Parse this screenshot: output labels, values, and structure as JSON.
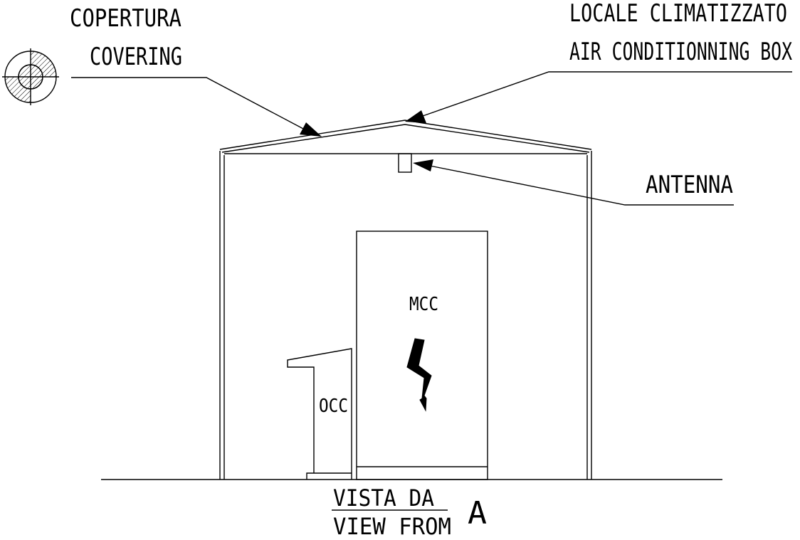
{
  "labels": {
    "covering_it": "COPERTURA",
    "covering_en": "COVERING",
    "box_it": "LOCALE CLIMATIZZATO",
    "box_en": "AIR CONDITIONNING BOX",
    "antenna": "ANTENNA",
    "mcc": "MCC",
    "occ": "OCC",
    "view_it": "VISTA DA",
    "view_en": "VIEW FROM",
    "view_letter": "A"
  },
  "colors": {
    "ink": "#000000",
    "paper": "#ffffff"
  },
  "icons": [
    "section-symbol-icon",
    "lightning-bolt-icon",
    "leader-arrow-icon"
  ]
}
